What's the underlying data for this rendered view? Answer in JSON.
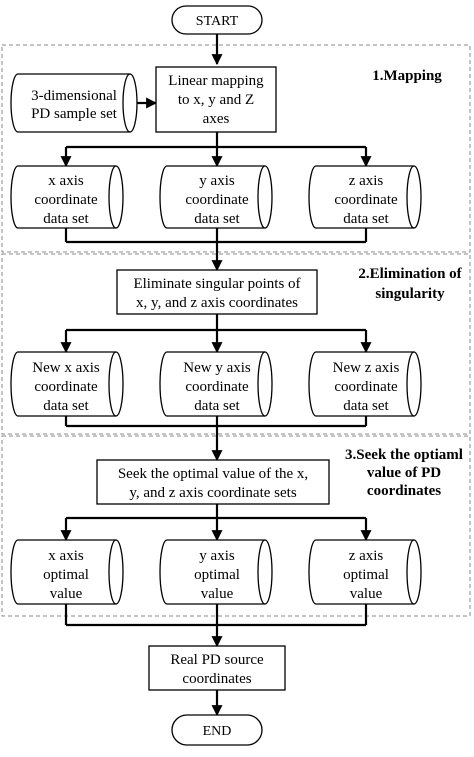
{
  "terminals": {
    "start": "START",
    "end": "END"
  },
  "stages": [
    {
      "title": "1.Mapping"
    },
    {
      "title_lines": [
        "2.Elimination of",
        "singularity"
      ]
    },
    {
      "title_lines": [
        "3.Seek the optiaml",
        "value of PD",
        "coordinates"
      ]
    }
  ],
  "input_set": {
    "lines": [
      "3-dimensional",
      "PD sample set"
    ]
  },
  "process": {
    "mapping": [
      "Linear mapping",
      "to x, y and Z",
      "axes"
    ],
    "eliminate": [
      "Eliminate singular points of",
      "x, y, and z axis coordinates"
    ],
    "seek": [
      "Seek the optimal value of the x,",
      "y, and z axis coordinate sets"
    ],
    "real": [
      "Real PD source",
      "coordinates"
    ]
  },
  "row1": [
    [
      "x axis",
      "coordinate",
      "data set"
    ],
    [
      "y axis",
      "coordinate",
      "data set"
    ],
    [
      "z axis",
      "coordinate",
      "data set"
    ]
  ],
  "row2": [
    [
      "New x axis",
      "coordinate",
      "data set"
    ],
    [
      "New y axis",
      "coordinate",
      "data set"
    ],
    [
      "New z axis",
      "coordinate",
      "data set"
    ]
  ],
  "row3": [
    [
      "x axis",
      "optimal",
      "value"
    ],
    [
      "y axis",
      "optimal",
      "value"
    ],
    [
      "z axis",
      "optimal",
      "value"
    ]
  ]
}
